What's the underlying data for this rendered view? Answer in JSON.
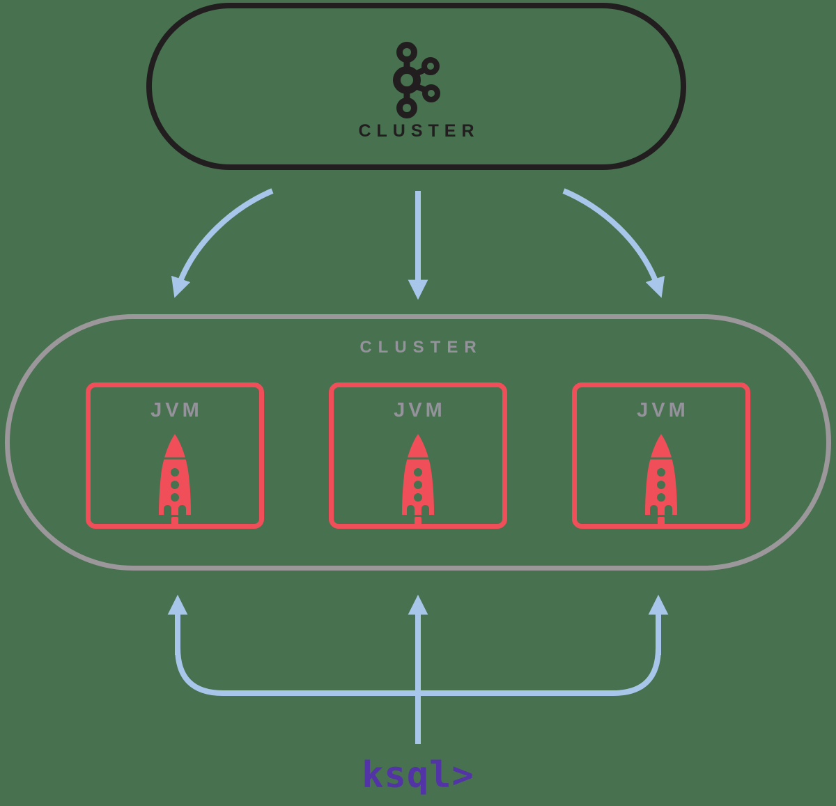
{
  "colors": {
    "background": "#47714F",
    "outline_black": "#221E1F",
    "cluster_gray": "#9B979B",
    "text_gray": "#94929A",
    "broker_red": "#F04F59",
    "arrow_blue": "#A8C6EA",
    "ksql_purple": "#5334A6"
  },
  "kafka_cluster": {
    "label": "CLUSTER",
    "icon": "kafka-logo"
  },
  "ksqldb_cluster": {
    "label": "CLUSTER",
    "jvms": [
      {
        "label": "JVM",
        "icon": "rocket"
      },
      {
        "label": "JVM",
        "icon": "rocket"
      },
      {
        "label": "JVM",
        "icon": "rocket"
      }
    ]
  },
  "ksql_cli": {
    "label": "ksql>"
  }
}
